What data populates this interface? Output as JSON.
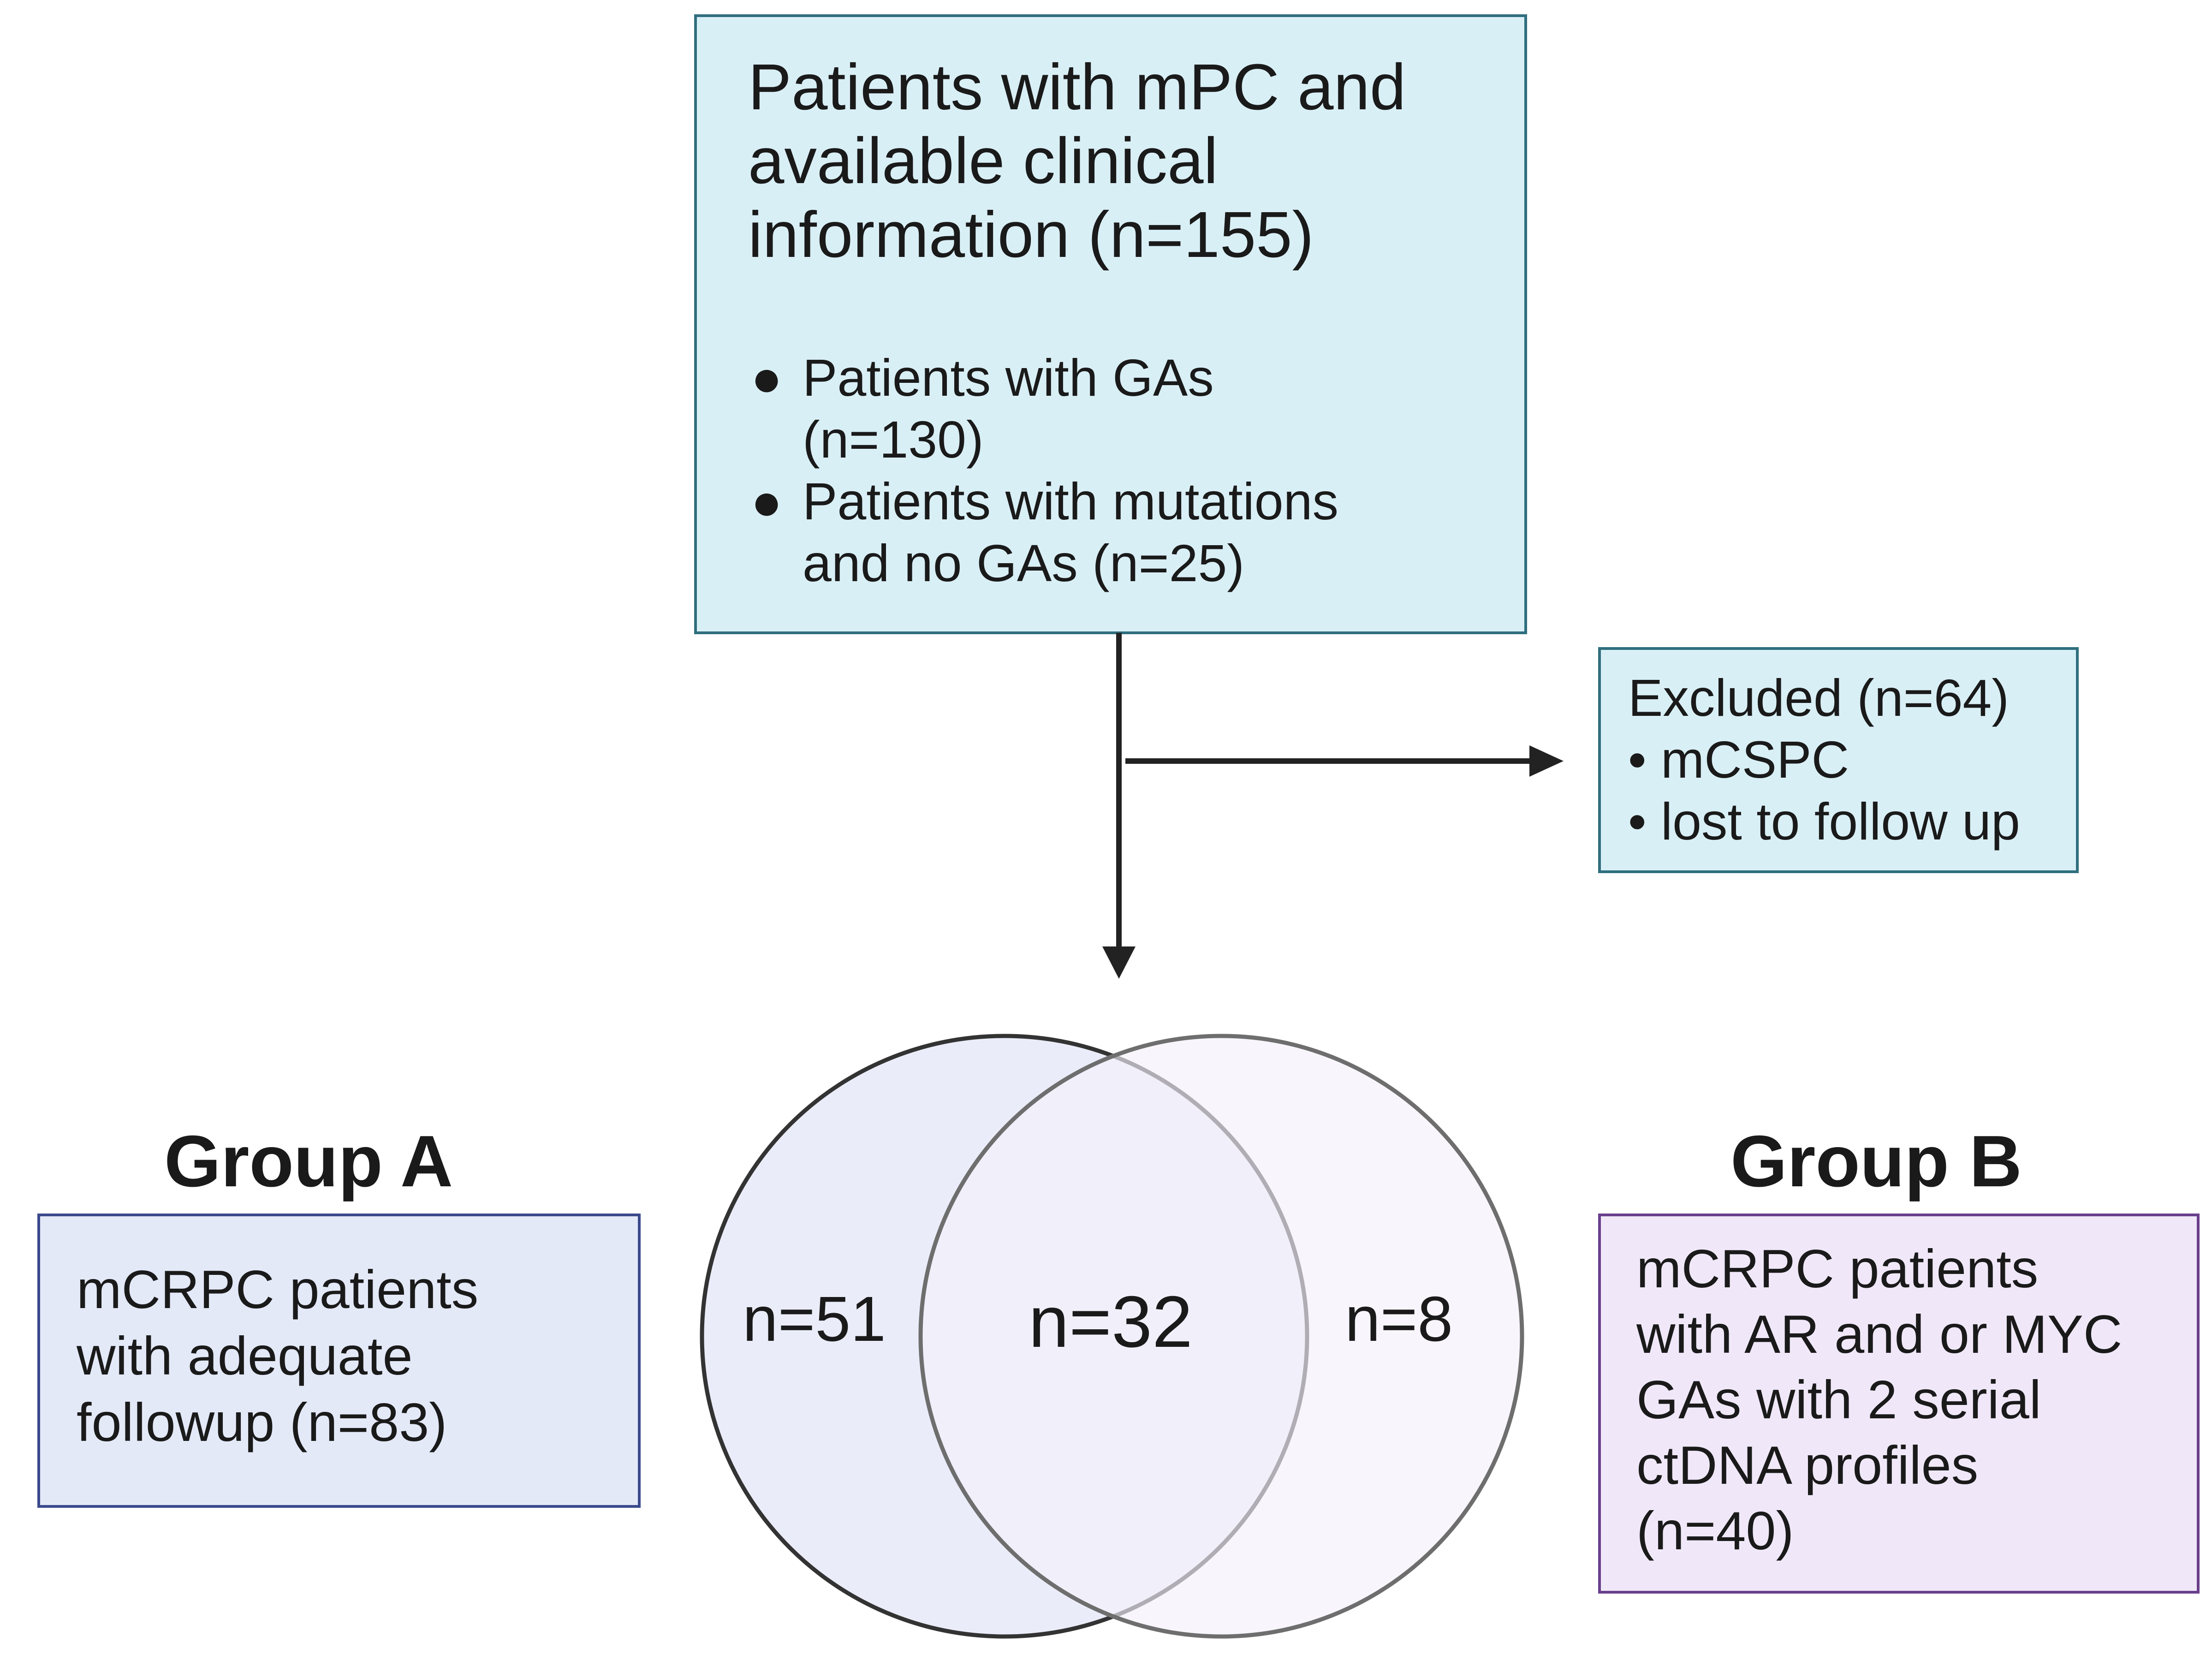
{
  "top_box": {
    "heading_lines": [
      "Patients with mPC and",
      "available clinical",
      "information (n=155)"
    ],
    "bullets": [
      {
        "lines": [
          "Patients with GAs",
          "(n=130)"
        ]
      },
      {
        "lines": [
          "Patients with mutations",
          "and no GAs (n=25)"
        ]
      }
    ]
  },
  "excluded_box": {
    "title": "Excluded (n=64)",
    "items": [
      "mCSPC",
      "lost to follow up"
    ]
  },
  "group_a": {
    "label": "Group A",
    "box_lines": [
      "mCRPC patients",
      "with adequate",
      "followup (n=83)"
    ]
  },
  "group_b": {
    "label": "Group B",
    "box_lines": [
      "mCRPC patients",
      "with AR and or MYC",
      "GAs with 2 serial",
      "ctDNA profiles",
      "(n=40)"
    ]
  },
  "venn": {
    "left_only": "n=51",
    "overlap": "n=32",
    "right_only": "n=8"
  },
  "colors": {
    "top_box_fill": "#d9eff6",
    "top_box_stroke": "#2f6f7e",
    "group_a_fill": "#e4e9f8",
    "group_a_stroke": "#3b4a8c",
    "group_b_fill": "#f0e8f8",
    "group_b_stroke": "#6b3f8c",
    "venn_left_fill": "#e8ebf8",
    "venn_right_fill": "#f4f0fb",
    "arrow": "#222222"
  }
}
